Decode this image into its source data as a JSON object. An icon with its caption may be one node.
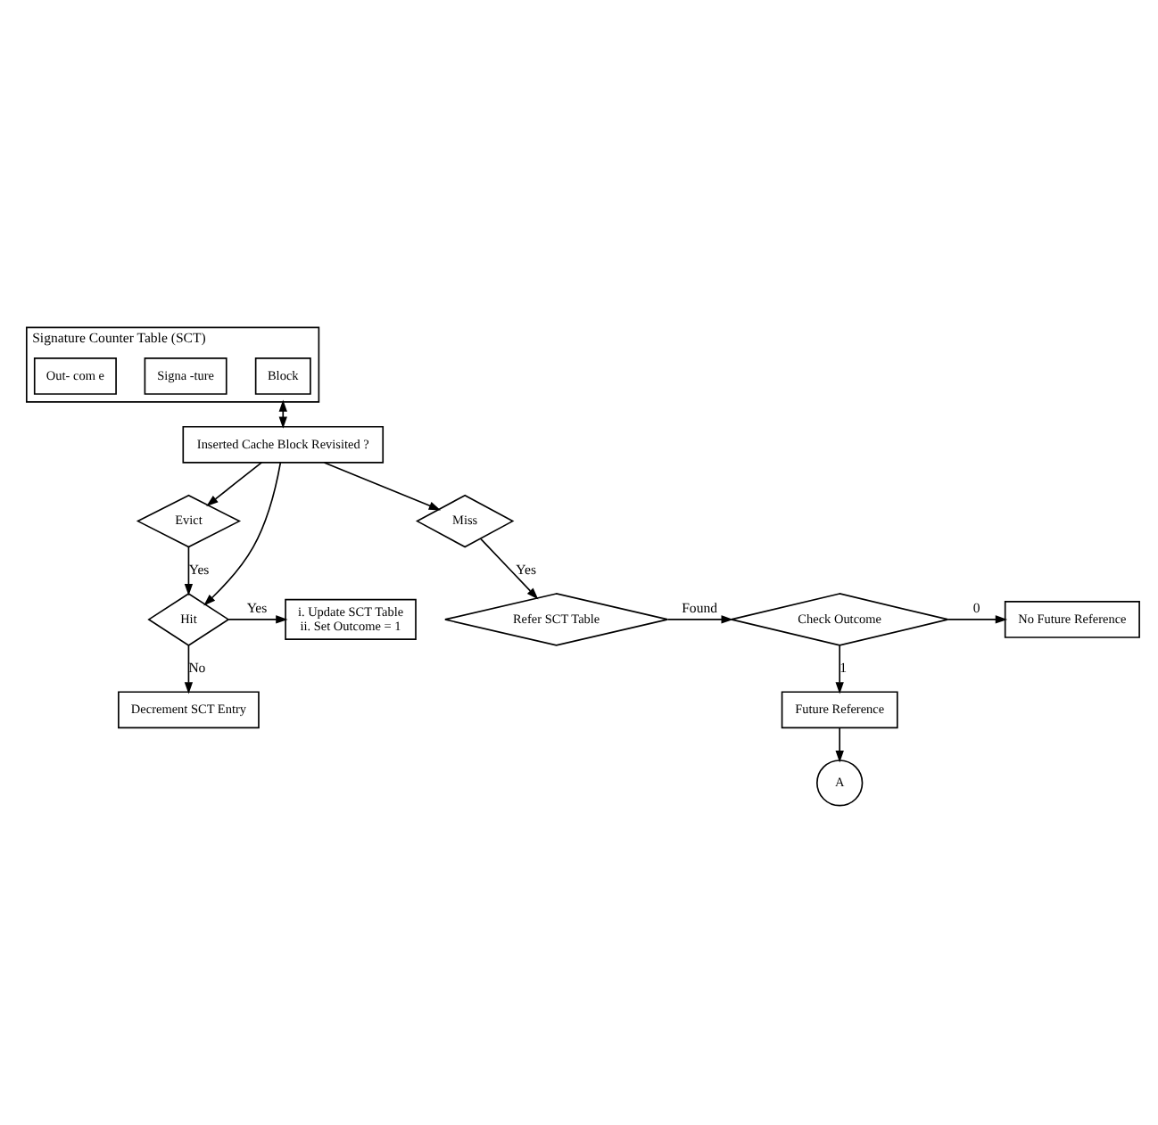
{
  "diagram": {
    "nodes": [
      {
        "text": [
          "Signature Counter Table (SCT)"
        ]
      },
      {
        "text": [
          "Block"
        ],
        "in": 0
      },
      {
        "text": [
          "Signa -ture"
        ],
        "in": 0
      },
      {
        "text": [
          "Out- com e"
        ],
        "in": 0
      },
      {
        "text": [
          "Inserted Cache Block Revisited ?"
        ]
      },
      {
        "text": [
          "Evict"
        ]
      },
      {
        "text": [
          "Hit"
        ]
      },
      {
        "text": [
          "Miss"
        ]
      },
      {
        "text": [
          "i. Update SCT Table",
          "ii. Set Outcome = 1"
        ]
      },
      {
        "text": [
          "Decrement SCT Entry"
        ]
      },
      {
        "text": [
          "Check Outcome"
        ]
      },
      {
        "text": [
          "Refer SCT Table"
        ]
      },
      {
        "text": [
          "No Future Reference"
        ]
      },
      {
        "text": [
          "Future Reference"
        ]
      },
      {
        "text": [
          "A"
        ]
      }
    ],
    "edges": [
      {
        "from": 0,
        "to": 4,
        "arrow": "both"
      },
      {
        "from": 4,
        "to": 6,
        "arrow": "to"
      },
      {
        "from": 4,
        "to": 5,
        "arrow": "to"
      },
      {
        "from": 4,
        "to": 7,
        "arrow": "to"
      },
      {
        "from": 5,
        "to": 6,
        "arrow": "to",
        "label": "Yes"
      },
      {
        "from": 6,
        "to": 8,
        "arrow": "to",
        "label": "Yes"
      },
      {
        "from": 6,
        "to": 9,
        "arrow": "to",
        "label": "No"
      },
      {
        "from": 7,
        "to": 11,
        "arrow": "to",
        "label": "Yes"
      },
      {
        "from": 11,
        "to": 10,
        "arrow": "to",
        "label": "Found"
      },
      {
        "from": 10,
        "to": 12,
        "arrow": "to",
        "label": "0"
      },
      {
        "from": 10,
        "to": 13,
        "arrow": "to",
        "label": "1"
      },
      {
        "from": 13,
        "to": 14,
        "arrow": "to"
      }
    ]
  }
}
